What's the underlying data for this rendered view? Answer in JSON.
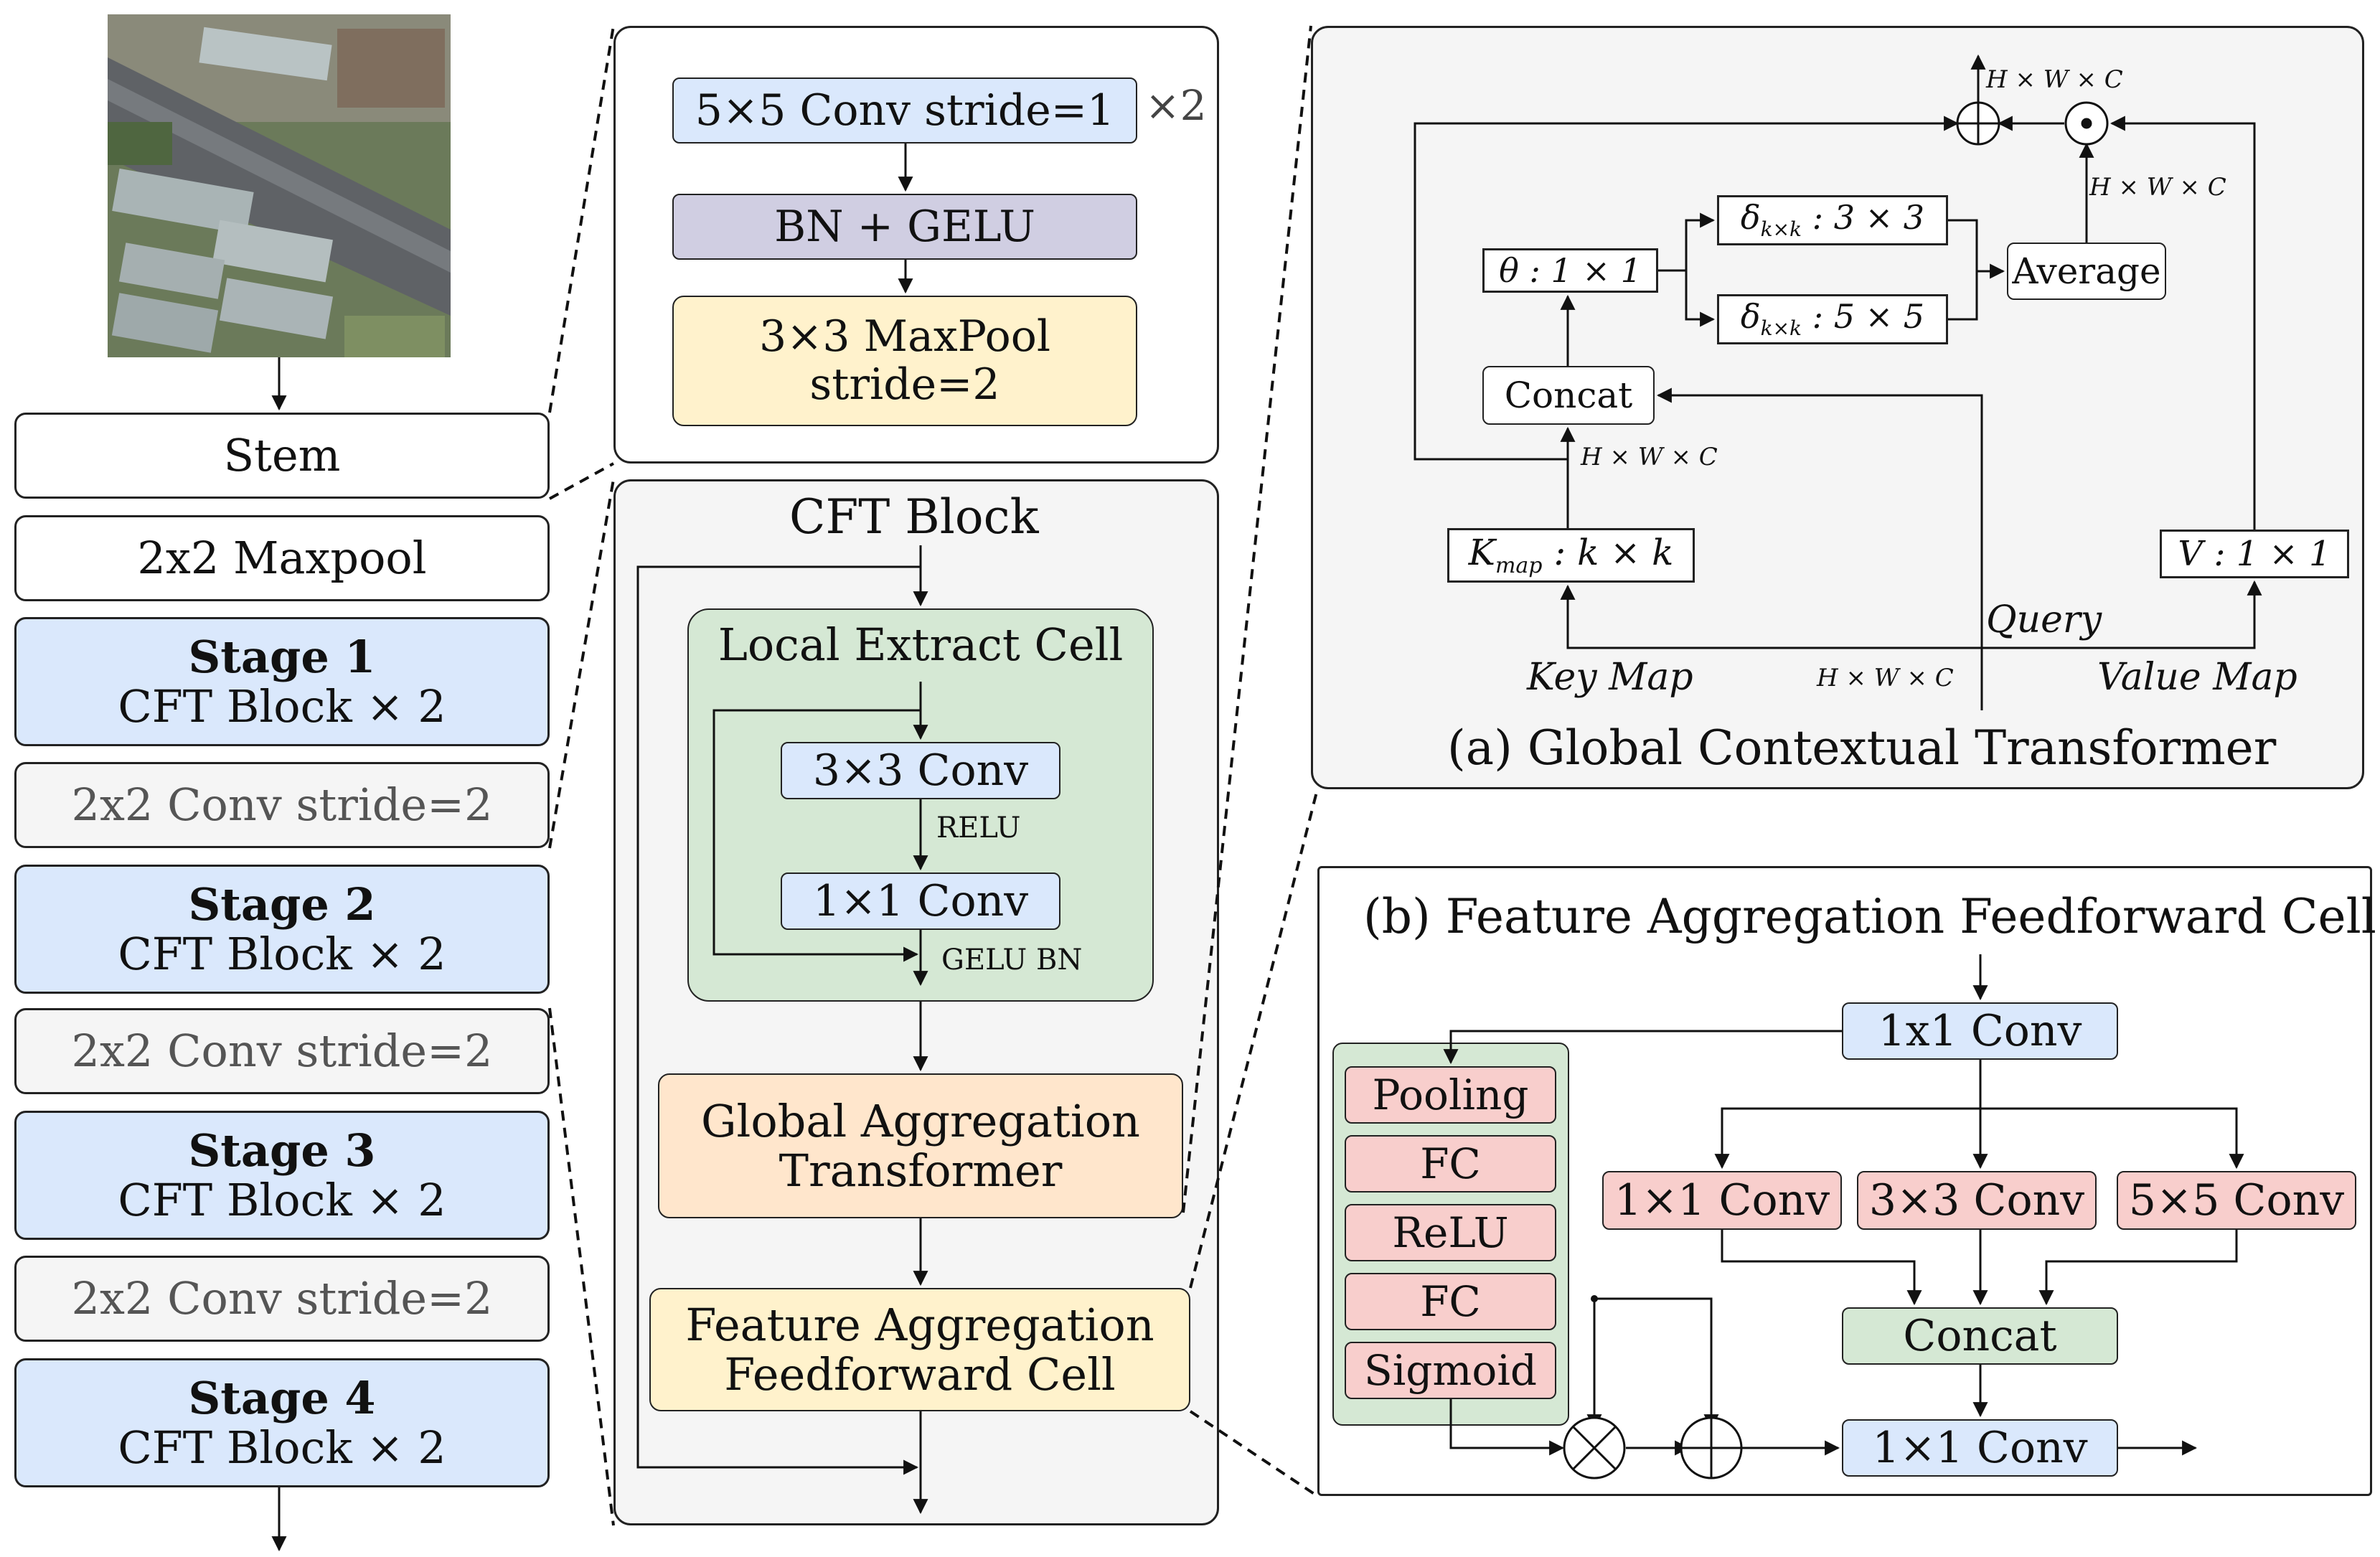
{
  "left_column": {
    "stem": "Stem",
    "maxpool": "2x2 Maxpool",
    "stages": [
      {
        "title": "Stage 1",
        "sub": "CFT Block × 2"
      },
      {
        "title": "Stage 2",
        "sub": "CFT Block × 2"
      },
      {
        "title": "Stage 3",
        "sub": "CFT Block × 2"
      },
      {
        "title": "Stage 4",
        "sub": "CFT Block × 2"
      }
    ],
    "downsample": "2x2 Conv stride=2"
  },
  "stem_detail": {
    "conv": "5×5 Conv stride=1",
    "repeat": "×2",
    "bn": "BN + GELU",
    "pool_line1": "3×3 MaxPool",
    "pool_line2": "stride=2"
  },
  "cft_block": {
    "title": "CFT Block",
    "local_title": "Local Extract Cell",
    "conv3": "3×3 Conv",
    "relu": "RELU",
    "conv1": "1×1 Conv",
    "gelu_bn": "GELU BN",
    "gat_line1": "Global Aggregation",
    "gat_line2": "Transformer",
    "fafc_line1": "Feature Aggregation",
    "fafc_line2": "Feedforward Cell"
  },
  "gct": {
    "caption": "(a) Global Contextual Transformer",
    "hwc": "H × W × C",
    "kmap_base": "K",
    "kmap_sub": "map",
    "kmap_rest": " : k × k",
    "theta": "θ :  1 × 1",
    "delta_base": "δ",
    "delta_sub": "k×k",
    "delta3_rest": " : 3 × 3",
    "delta5_rest": " : 5 × 5",
    "average": "Average",
    "concat": "Concat",
    "value": "V :  1 × 1",
    "key_map": "Key Map",
    "query": "Query",
    "value_map": "Value Map"
  },
  "faffc": {
    "caption": "(b) Feature Aggregation Feedforward Cell",
    "top_conv": "1x1 Conv",
    "se": [
      "Pooling",
      "FC",
      "ReLU",
      "FC",
      "Sigmoid"
    ],
    "conv1": "1×1 Conv",
    "conv3": "3×3 Conv",
    "conv5": "5×5 Conv",
    "concat": "Concat",
    "out_conv": "1×1 Conv"
  },
  "colors": {
    "blue": "#dae8fc",
    "purple": "#d0cee2",
    "yellow": "#fff2cc",
    "green": "#d5e8d4",
    "orange": "#ffe6cc",
    "gray": "#f5f5f5",
    "pink": "#f8cecc"
  }
}
